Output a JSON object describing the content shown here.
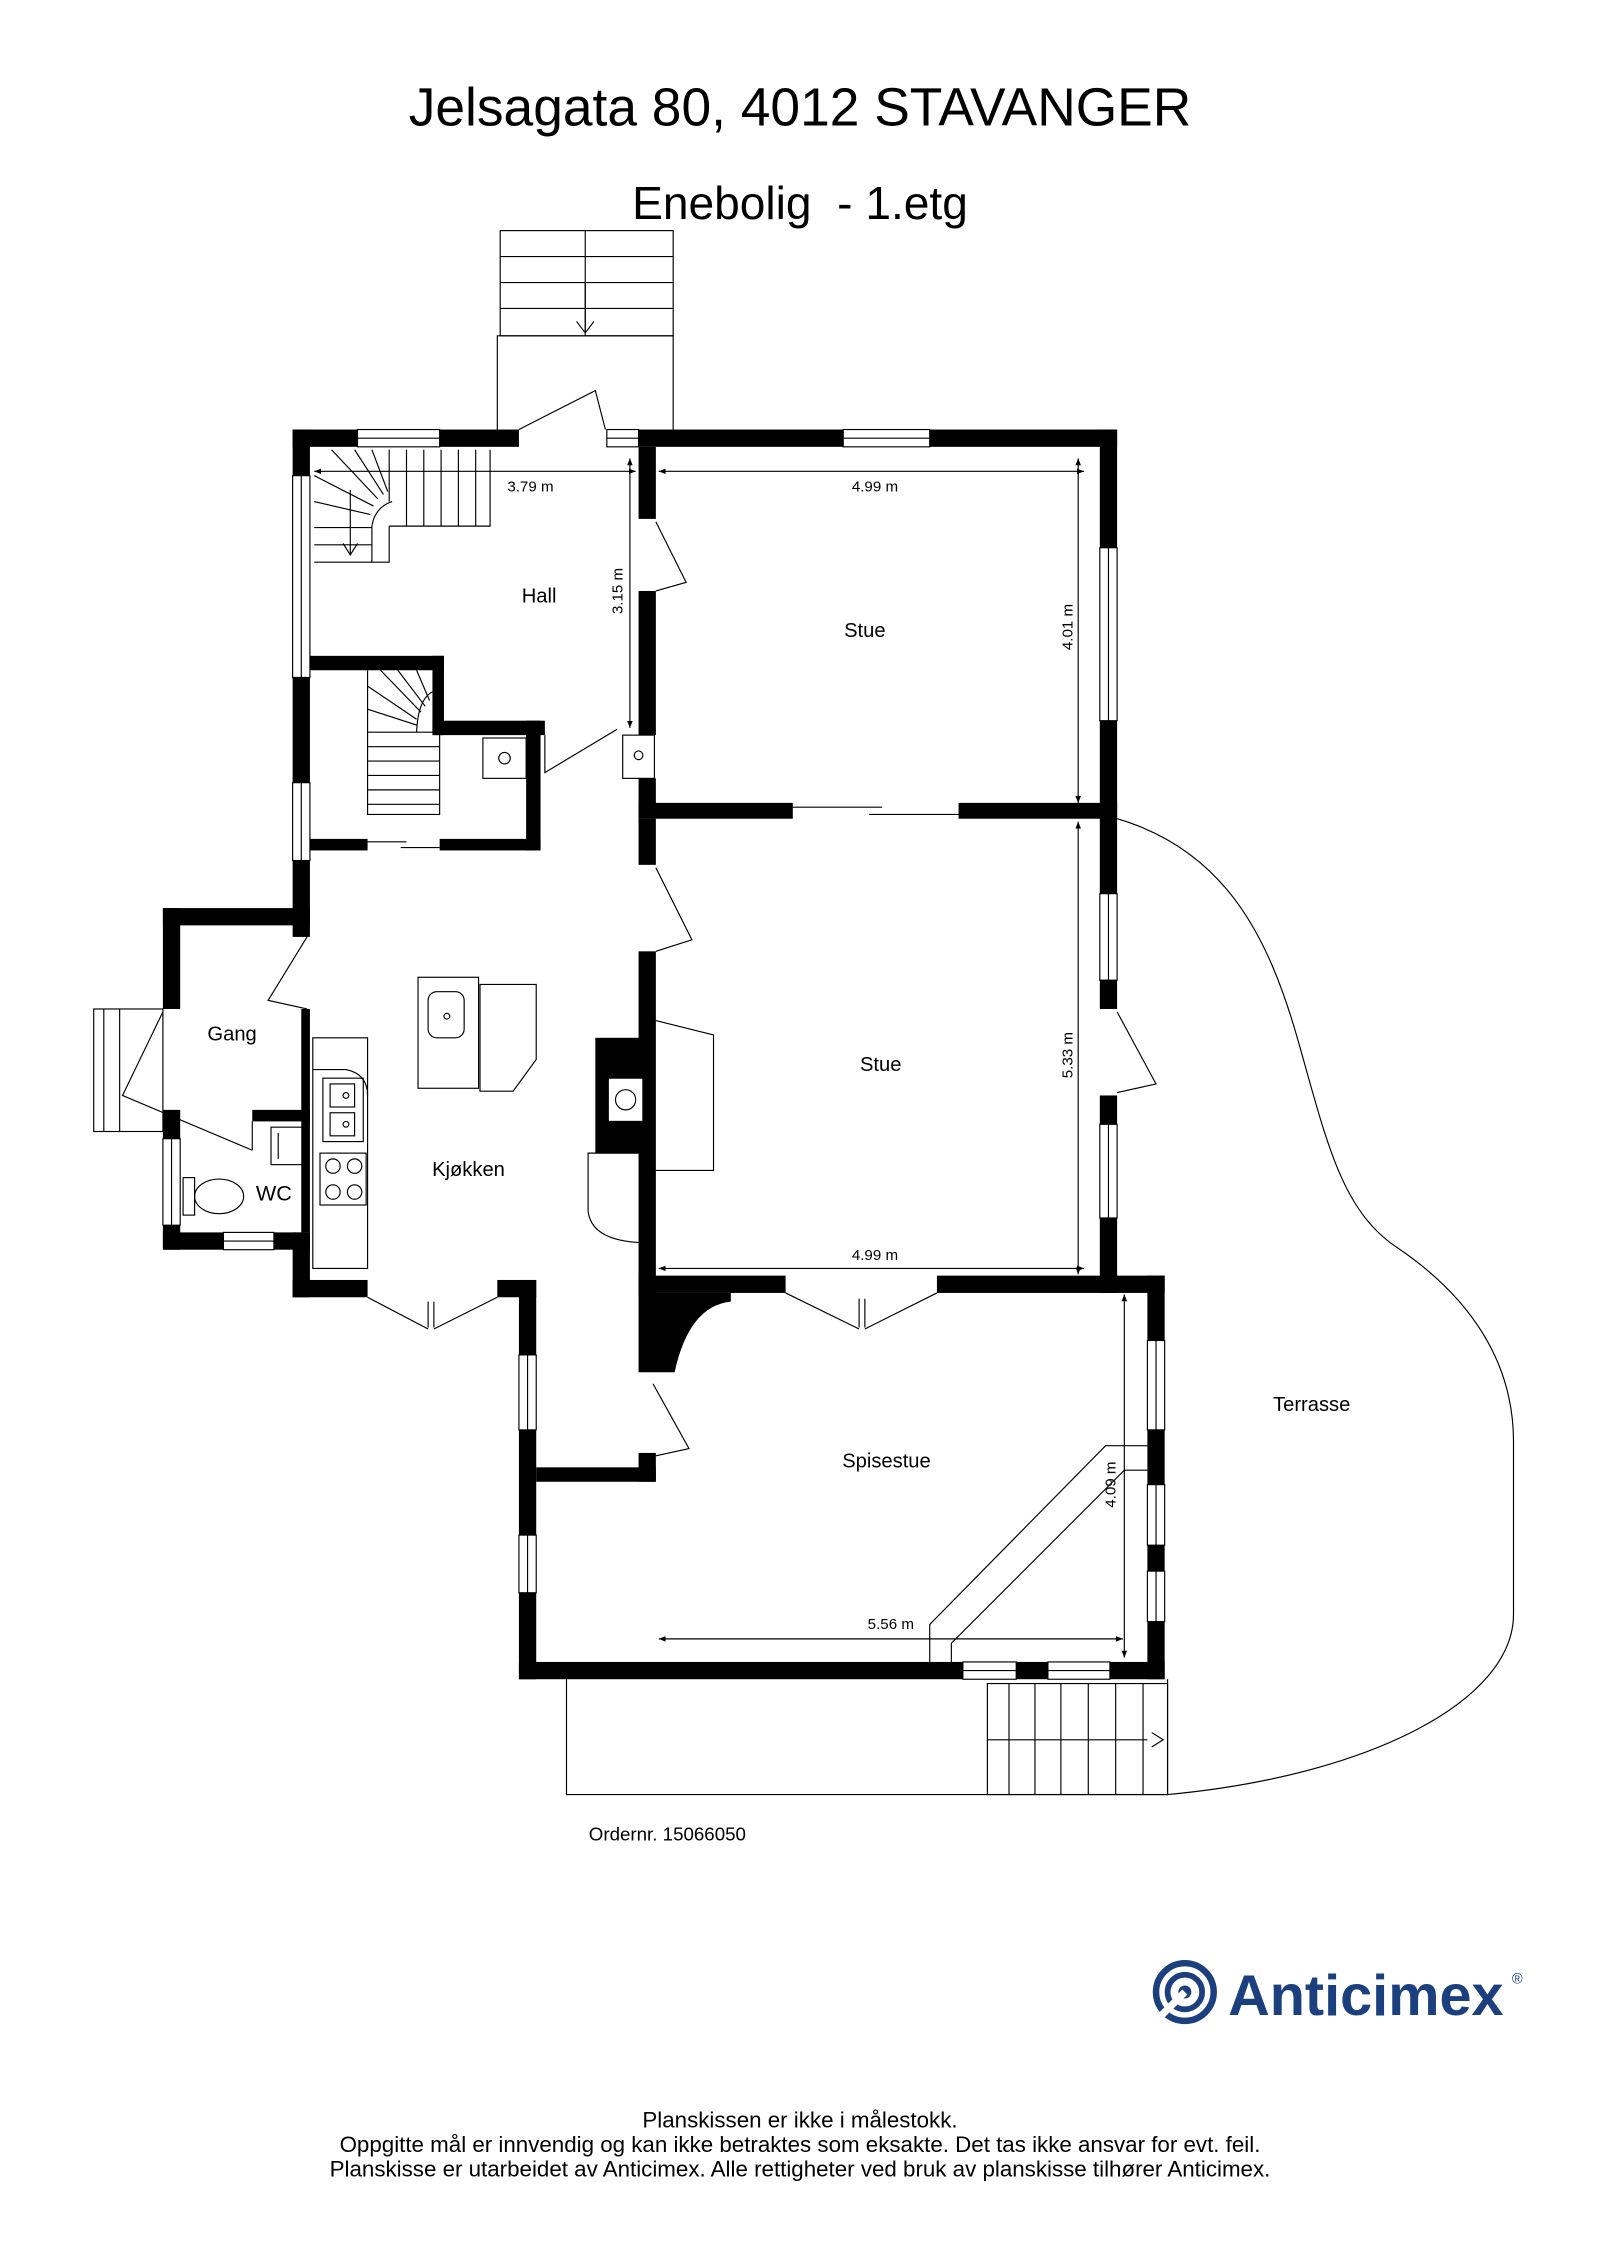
{
  "header": {
    "title": "Jelsagata 80, 4012 STAVANGER",
    "subtitle": "Enebolig  - 1.etg"
  },
  "rooms": {
    "hall": "Hall",
    "stue_upper": "Stue",
    "stue_lower": "Stue",
    "gang": "Gang",
    "wc": "WC",
    "kjokken": "Kjøkken",
    "spisestue": "Spisestue",
    "terrasse": "Terrasse"
  },
  "dimensions": {
    "hall_width": "3.79 m",
    "hall_depth": "3.15 m",
    "stue_upper_width": "4.99 m",
    "stue_upper_depth": "4.01 m",
    "stue_lower_depth": "5.33 m",
    "stue_lower_width": "4.99 m",
    "spisestue_depth": "4.09 m",
    "spisestue_width": "5.56 m"
  },
  "order": {
    "label": "Ordernr. 15066050"
  },
  "logo": {
    "name": "Anticimex",
    "mark": "®",
    "color": "#1c3f7e"
  },
  "footer": {
    "lines": [
      "Planskissen er ikke i målestokk.",
      "Oppgitte mål er innvendig og kan ikke betraktes som eksakte. Det tas ikke ansvar for evt. feil.",
      "Planskisse er utarbeidet av Anticimex. Alle rettigheter ved bruk av planskisse tilhører Anticimex."
    ]
  },
  "colors": {
    "wall": "#000000",
    "background": "#ffffff"
  }
}
